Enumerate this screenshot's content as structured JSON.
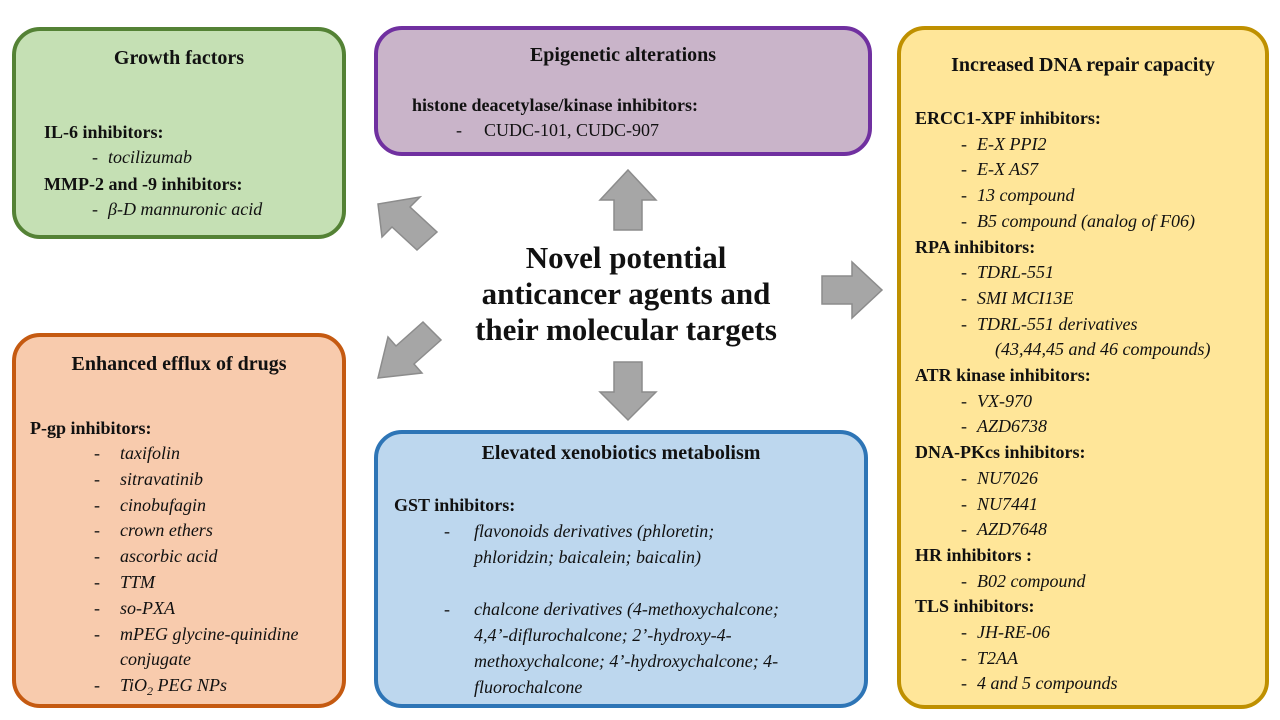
{
  "center": {
    "lines": [
      "Novel potential",
      "anticancer agents and",
      "their molecular targets"
    ]
  },
  "growth": {
    "title": "Growth factors",
    "groups": [
      {
        "label": "IL-6 inhibitors:",
        "items": [
          "tocilizumab"
        ]
      },
      {
        "label": "MMP-2 and -9 inhibitors:",
        "items": [
          "β-D mannuronic acid"
        ]
      }
    ]
  },
  "epigenetic": {
    "title": "Epigenetic alterations",
    "groups": [
      {
        "label": "histone deacetylase/kinase inhibitors:",
        "items": [
          "CUDC-101, CUDC-907"
        ]
      }
    ]
  },
  "dna_repair": {
    "title": "Increased DNA repair capacity",
    "groups": [
      {
        "label": "ERCC1-XPF inhibitors:",
        "items": [
          "E-X PPI2",
          "E-X AS7",
          "13 compound",
          "B5 compound  (analog of F06)"
        ]
      },
      {
        "label": "RPA inhibitors:",
        "items": [
          "TDRL-551",
          "SMI MCI13E",
          "TDRL-551 derivatives",
          "(43,44,45 and 46 compounds)"
        ]
      },
      {
        "label": "ATR kinase inhibitors:",
        "items": [
          "VX-970",
          "AZD6738"
        ]
      },
      {
        "label": "DNA-PKcs inhibitors:",
        "items": [
          "NU7026",
          "NU7441",
          "AZD7648"
        ]
      },
      {
        "label": "HR inhibitors :",
        "items": [
          "B02 compound"
        ]
      },
      {
        "label": "TLS inhibitors:",
        "items": [
          "JH-RE-06",
          "T2AA",
          "4 and 5 compounds"
        ]
      }
    ]
  },
  "efflux": {
    "title": "Enhanced efflux of drugs",
    "groups": [
      {
        "label": "P-gp inhibitors:",
        "items": [
          "taxifolin",
          "sitravatinib",
          "cinobufagin",
          "crown ethers",
          "ascorbic acid",
          "TTM",
          "so-PXA",
          "mPEG glycine-quinidine",
          "conjugate"
        ],
        "last_item": {
          "prefix": "TiO",
          "sub": "2",
          "suffix": " PEG NPs"
        }
      }
    ]
  },
  "xenobiotics": {
    "title": "Elevated xenobiotics metabolism",
    "groups": [
      {
        "label": "GST inhibitors:",
        "items": [
          "flavonoids derivatives  (phloretin;",
          "phloridzin; baicalein; baicalin)",
          "chalcone derivatives (4-methoxychalcone;",
          "4,4’-diflurochalcone; 2’-hydroxy-4-",
          "methoxychalcone; 4’-hydroxychalcone; 4-",
          "fluorochalcone"
        ]
      }
    ]
  },
  "colors": {
    "growth_fill": "#c5e0b4",
    "growth_border": "#548235",
    "epi_fill": "#c9b4c9",
    "epi_border": "#7030a0",
    "dna_fill": "#ffe699",
    "dna_border": "#bf9000",
    "efflux_fill": "#f8cbad",
    "efflux_border": "#c55a11",
    "xeno_fill": "#bdd7ee",
    "xeno_border": "#2e75b6",
    "arrow_fill": "#a6a6a6",
    "arrow_stroke": "#7f7f7f"
  }
}
